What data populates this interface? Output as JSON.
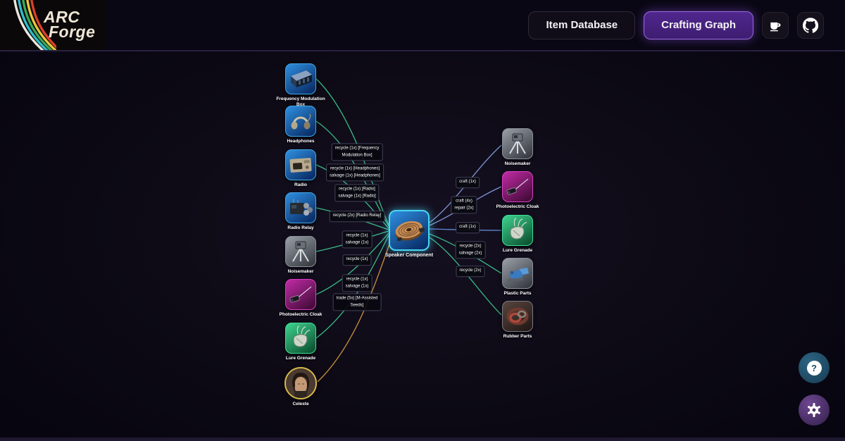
{
  "header": {
    "logo": {
      "line1": "ARC",
      "line2": "Forge"
    },
    "buttons": {
      "item_database": "Item Database",
      "crafting_graph": "Crafting Graph"
    }
  },
  "graph": {
    "center_node": {
      "label": "Speaker Component"
    },
    "left_nodes": [
      {
        "label": "Frequency Modulation Box",
        "tile": "blue"
      },
      {
        "label": "Headphones",
        "tile": "blue"
      },
      {
        "label": "Radio",
        "tile": "blue"
      },
      {
        "label": "Radio Relay",
        "tile": "blue"
      },
      {
        "label": "Noisemaker",
        "tile": "gray"
      },
      {
        "label": "Photoelectric Cloak",
        "tile": "magenta"
      },
      {
        "label": "Lure Grenade",
        "tile": "green"
      },
      {
        "label": "Celeste",
        "tile": "portrait"
      }
    ],
    "right_nodes": [
      {
        "label": "Noisemaker",
        "tile": "gray"
      },
      {
        "label": "Photoelectric Cloak",
        "tile": "magenta"
      },
      {
        "label": "Lure Grenade",
        "tile": "green"
      },
      {
        "label": "Plastic Parts",
        "tile": "gray"
      },
      {
        "label": "Rubber Parts",
        "tile": "dark"
      }
    ],
    "left_edge_labels": [
      {
        "line1": "recycle (1x) [Frequency",
        "line2": "Modulation Box]"
      },
      {
        "line1": "recycle (1x) [Headphones]",
        "line2": "salvage (1x) [Headphones]"
      },
      {
        "line1": "recycle (1x) [Radio]",
        "line2": "salvage (1x) [Radio]"
      },
      {
        "line1": "recycle (2x) [Radio Relay]",
        "line2": ""
      },
      {
        "line1": "recycle (1x)",
        "line2": "salvage (1x)"
      },
      {
        "line1": "recycle (1x)",
        "line2": ""
      },
      {
        "line1": "recycle (1x)",
        "line2": "salvage (1x)"
      },
      {
        "line1": "trade (5x) [M-Assisted",
        "line2": "Seeds]"
      }
    ],
    "right_edge_labels": [
      {
        "line1": "craft (1x)",
        "line2": ""
      },
      {
        "line1": "craft (4x)",
        "line2": "repair (2x)"
      },
      {
        "line1": "craft (1x)",
        "line2": ""
      },
      {
        "line1": "recycle (2x)",
        "line2": "salvage (2x)"
      },
      {
        "line1": "recycle (2x)",
        "line2": ""
      }
    ],
    "edge_colors": {
      "recycle": "#3ecf92",
      "craft": "#8aa6e8",
      "trade": "#dfa040"
    }
  },
  "floating": {
    "help_glyph": "?"
  }
}
